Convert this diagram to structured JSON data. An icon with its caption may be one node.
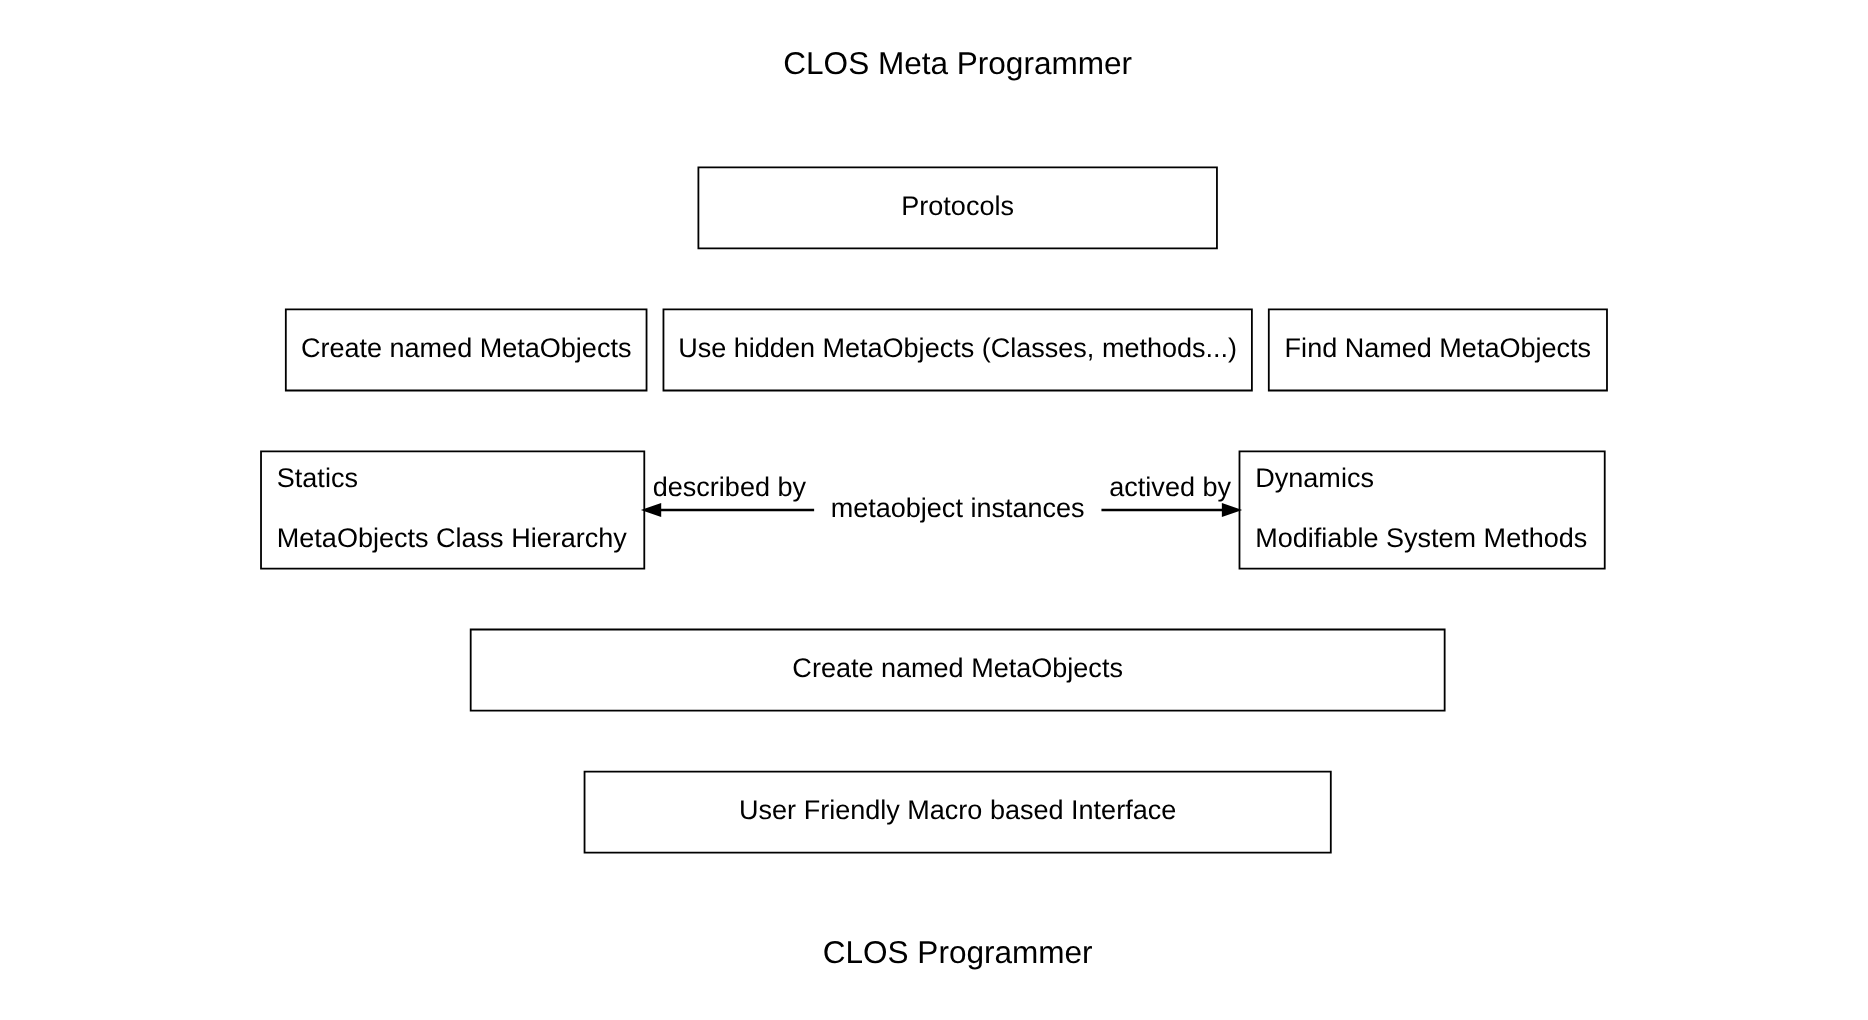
{
  "diagram": {
    "title": "CLOS Meta Programmer",
    "caption": "CLOS Programmer",
    "nodes": [
      {
        "text": [
          "Protocols"
        ]
      },
      {
        "text": [
          "Create named MetaObjects"
        ]
      },
      {
        "text": [
          "Use hidden MetaObjects (Classes, methods...)"
        ]
      },
      {
        "text": [
          "Find Named MetaObjects"
        ]
      },
      {
        "text": [
          "Statics",
          "MetaObjects Class Hierarchy"
        ]
      },
      {
        "text": [
          "metaobject instances"
        ]
      },
      {
        "text": [
          "Dynamics",
          "Modifiable System Methods"
        ]
      },
      {
        "text": [
          "Create named MetaObjects"
        ]
      },
      {
        "text": [
          "User Friendly Macro based Interface"
        ]
      }
    ],
    "edges": [
      {
        "from": 5,
        "to": 4,
        "arrow": "to",
        "label": "described by"
      },
      {
        "from": 5,
        "to": 6,
        "arrow": "to",
        "label": "actived by"
      }
    ]
  }
}
